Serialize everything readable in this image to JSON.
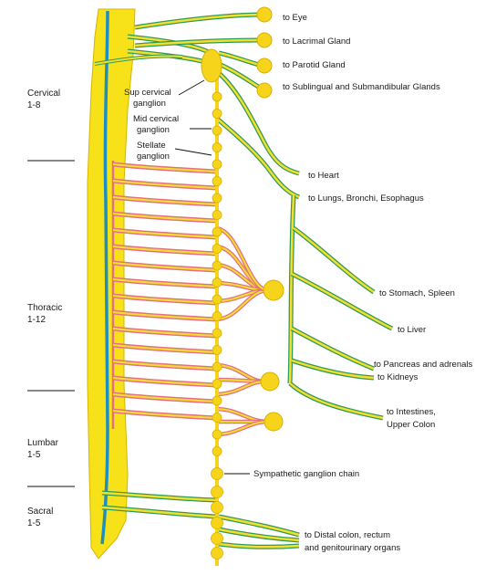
{
  "segments": [
    {
      "name": "Cervical",
      "range": "1-8"
    },
    {
      "name": "Thoracic",
      "range": "1-12"
    },
    {
      "name": "Lumbar",
      "range": "1-5"
    },
    {
      "name": "Sacral",
      "range": "1-5"
    }
  ],
  "ganglia": {
    "sup_cervical": [
      "Sup cervical",
      "ganglion"
    ],
    "mid_cervical": [
      "Mid cervical",
      "ganglion"
    ],
    "stellate": [
      "Stellate",
      "ganglion"
    ],
    "chain": "Sympathetic ganglion chain"
  },
  "targets": {
    "eye": "to Eye",
    "lacrimal": "to Lacrimal Gland",
    "parotid": "to Parotid Gland",
    "sublingual": "to Sublingual and Submandibular Glands",
    "heart": "to Heart",
    "lungs": "to Lungs, Bronchi, Esophagus",
    "stomach": "to Stomach, Spleen",
    "liver": "to Liver",
    "pancreas": "to Pancreas and adrenals",
    "kidneys": "to Kidneys",
    "intestines": [
      "to Intestines,",
      "Upper Colon"
    ],
    "distal": [
      "to Distal colon, rectum",
      "and genitourinary organs"
    ]
  },
  "colors": {
    "cord_fill": "#f7e21a",
    "cord_edge": "#d6b400",
    "nerve_yellow": "#f4df2e",
    "nerve_green": "#2f9a55",
    "nerve_pink": "#e46f86",
    "cord_blue": "#1c8fc0",
    "ganglion": "#f7d41c",
    "text": "#1a1a1a"
  }
}
